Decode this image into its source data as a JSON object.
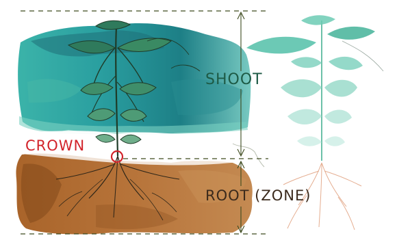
{
  "labels": {
    "shoot": "SHOOT",
    "crown": "CROWN",
    "root_zone": "ROOT (ZONE)"
  },
  "colors": {
    "shoot_wash": "#2aa29b",
    "shoot_wash_dark": "#1a6b73",
    "soil_wash": "#b06a2b",
    "soil_wash_dark": "#7a4216",
    "crown_marker": "#d2232a",
    "guide_line": "#3d4a1e",
    "ghost_plant": "#5cc3ad",
    "ghost_root": "#e2a483"
  }
}
